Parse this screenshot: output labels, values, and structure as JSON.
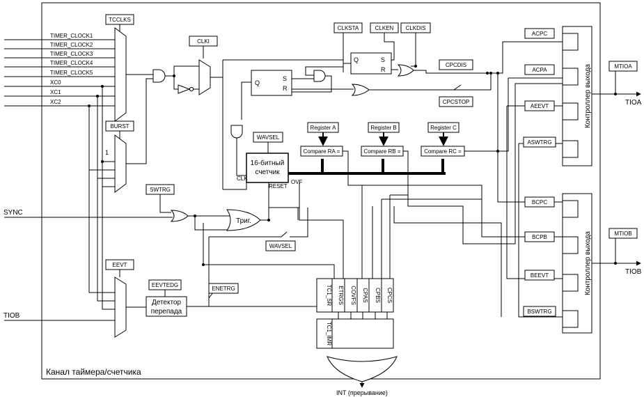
{
  "title": "Канал таймера/счетчика",
  "inputs": {
    "timer_clocks": [
      "TIMER_CLOCK1",
      "TIMER_CLOCK2",
      "TIMER_CLOCK3",
      "TIMER_CLOCK4",
      "TIMER_CLOCK5"
    ],
    "xc": [
      "XC0",
      "XC1",
      "XC2"
    ],
    "sync": "SYNC",
    "tiob_in": "TIOB"
  },
  "registers": {
    "tcclks": "TCCLKS",
    "burst": "BURST",
    "clki": "CLKI",
    "clksta": "CLKSTA",
    "clken": "CLKEN",
    "clkdis": "CLKDIS",
    "cpcdis": "CPCDIS",
    "cpcstop": "CPCSTOP",
    "wavsel_top": "WAVSEL",
    "wavsel_bottom": "WAVSEL",
    "swtrg": "SWTRG",
    "eevt": "EEVT",
    "eevtedg": "EEVTEDG",
    "enetrg": "ENETRG"
  },
  "mux_labels": {
    "burst_one": "1"
  },
  "flipflops": {
    "q": "Q",
    "s": "S",
    "r": "R"
  },
  "counter": {
    "line1": "16-битный",
    "line2": "счетчик",
    "clk": "CLK",
    "reset": "RESET",
    "ovf": "OVF"
  },
  "trigger": "Триг.",
  "edge_detector": {
    "line1": "Детектор",
    "line2": "перепада"
  },
  "compare_registers": [
    {
      "reg": "Register A",
      "cmp": "Compare RA ="
    },
    {
      "reg": "Register B",
      "cmp": "Compare RB ="
    },
    {
      "reg": "Register C",
      "cmp": "Compare RC ="
    }
  ],
  "status": {
    "sr_label": "TC1_SR",
    "bits": [
      "ETRGS",
      "COVFS",
      "CPAS",
      "CPBS",
      "CPCS"
    ],
    "imr_label": "TC1_IMR"
  },
  "interrupt": "INT (прерывание)",
  "output_a": {
    "controller": "Контроллер выхода",
    "signals": [
      "ACPC",
      "ACPA",
      "AEEVT",
      "ASWTRG"
    ],
    "mti": "MTIOA",
    "out": "TIOA"
  },
  "output_b": {
    "controller": "Контроллер выхода",
    "signals": [
      "BCPC",
      "BCPB",
      "BEEVT",
      "BSWTRG"
    ],
    "mti": "MTIOB",
    "out": "TIOB"
  }
}
